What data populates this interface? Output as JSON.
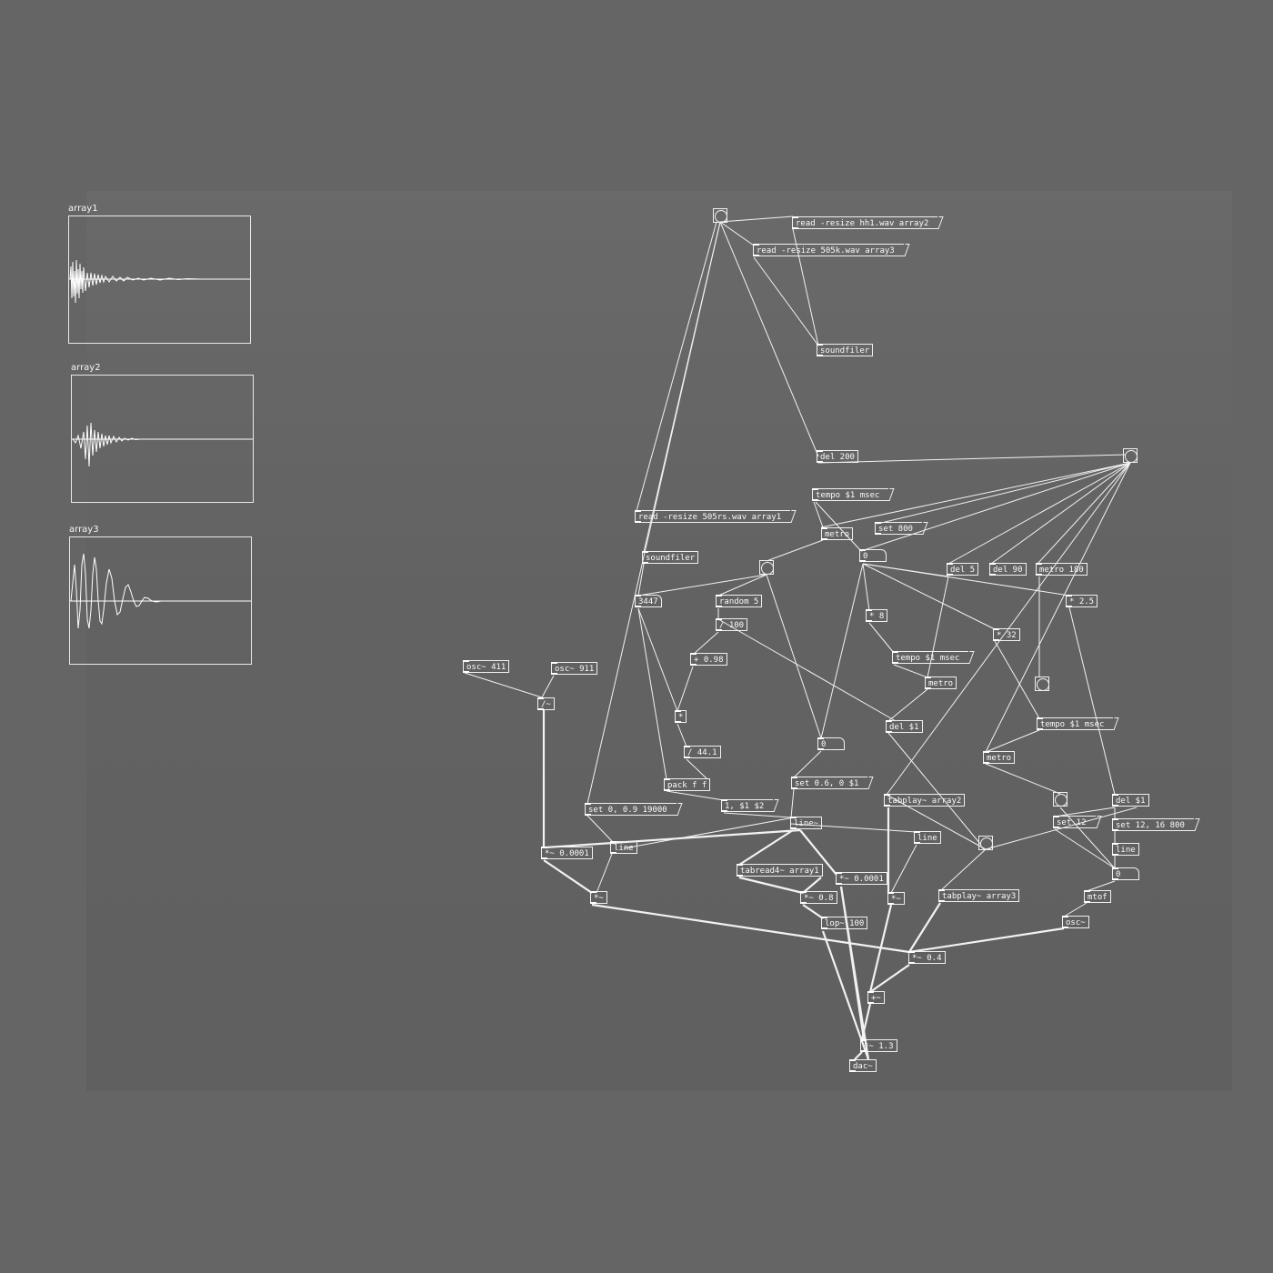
{
  "arrays": [
    {
      "name": "array1",
      "waveform": "noise-decay"
    },
    {
      "name": "array2",
      "waveform": "short-burst"
    },
    {
      "name": "array3",
      "waveform": "sine-decay"
    }
  ],
  "objects": {
    "read_hh1": "read -resize hh1.wav array2",
    "read_505k": "read -resize 505k.wav array3",
    "soundfiler_top": "soundfiler",
    "del_200": "del 200",
    "tempo_msg_1": "tempo $1 msec",
    "read_505rs": "read -resize 505rs.wav array1",
    "metro_1": "metro",
    "set_800": "set 800",
    "soundfiler_mid": "soundfiler",
    "num_0_a": "0",
    "del_5": "del 5",
    "del_90": "del 90",
    "metro_180": "metro 180",
    "num_3447": "3447",
    "random_5": "random 5",
    "mul_8": "* 8",
    "mul_2_5": "* 2.5",
    "div_100": "/ 100",
    "mul_32": "* 32",
    "osc_411": "osc~ 411",
    "osc_911": "osc~ 911",
    "add_0_98": "+ 0.98",
    "tempo_msg_2": "tempo $1 msec",
    "metro_2": "metro",
    "div_sig": "/~",
    "mul_plain": "*",
    "del_dollar_1": "del $1",
    "tempo_msg_3": "tempo $1 msec",
    "div_44_1": "/ 44.1",
    "num_0_b": "0",
    "metro_3": "metro",
    "pack_ff": "pack f f",
    "set_0_6": "set 0.6, 0 $1",
    "set_0_9": "set 0, 0.9 19000",
    "msg_1_s1_s2": "1, $1 $2",
    "tabplay_array2": "tabplay~ array2",
    "del_dollar_2": "del $1",
    "line_tilde": "line~",
    "set_12": "set 12",
    "set_12_16": "set 12, 16 800",
    "line_1": "line",
    "line_2": "line",
    "line_3": "line",
    "mul_sig_0001_a": "*~ 0.0001",
    "tabread4": "tabread4~ array1",
    "mul_sig_0001_b": "*~ 0.0001",
    "num_0_c": "0",
    "mul_sig_a": "*~",
    "mul_sig_0_8": "*~ 0.8",
    "mul_sig_b": "*~",
    "tabplay_array3": "tabplay~ array3",
    "mtof": "mtof",
    "lop_100": "lop~ 100",
    "osc_sig": "osc~",
    "mul_sig_0_4": "*~ 0.4",
    "add_sig": "+~",
    "mul_sig_1_3": "*~ 1.3",
    "dac": "dac~"
  }
}
